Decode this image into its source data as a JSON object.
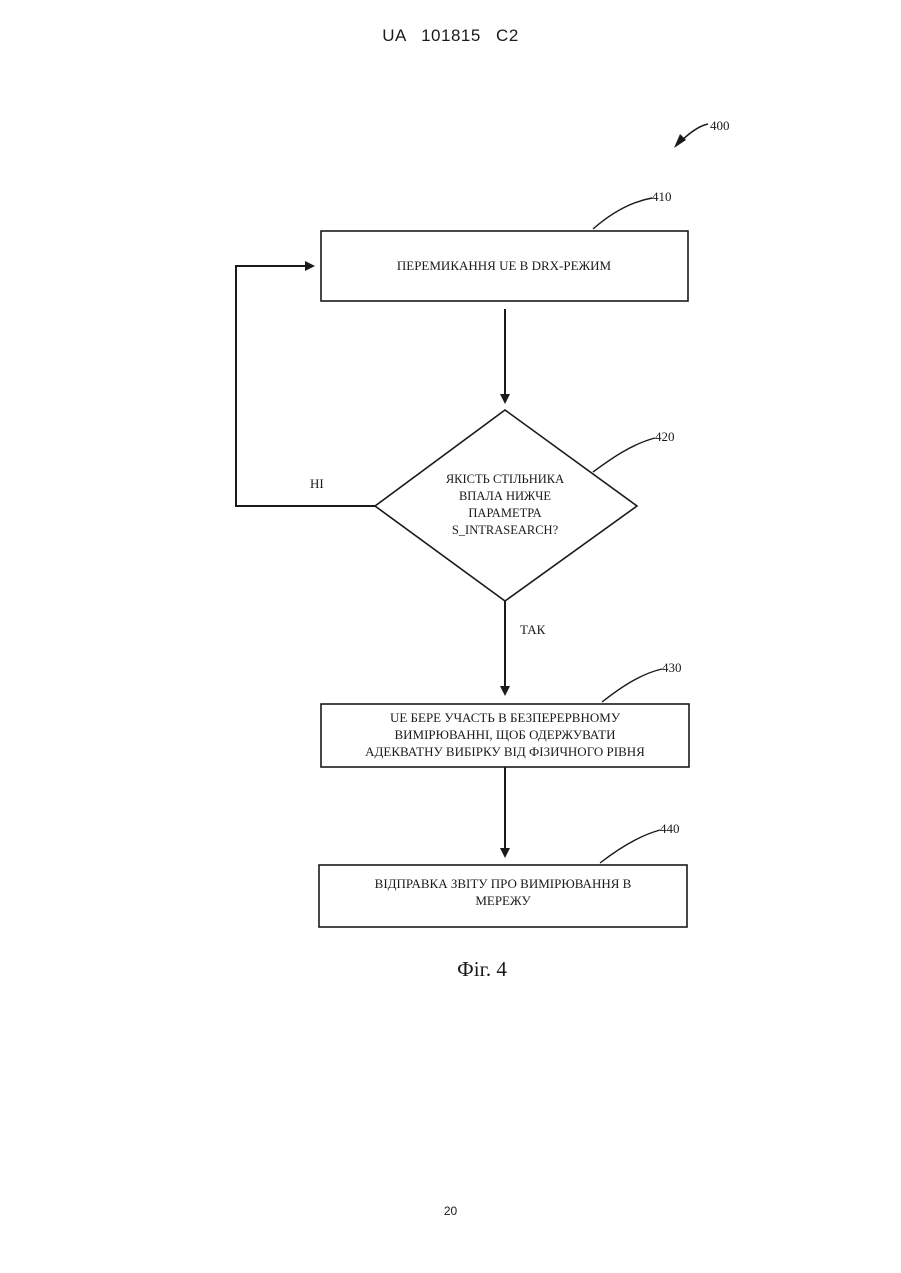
{
  "header": {
    "patent_number": "UA   101815   C2"
  },
  "figure": {
    "ref_main": "400",
    "steps": [
      {
        "ref": "410",
        "text_lines": [
          "ПЕРЕМИКАННЯ UE В DRX-РЕЖИМ"
        ]
      },
      {
        "ref": "420",
        "text_lines": [
          "ЯКІСТЬ СТІЛЬНИКА",
          "ВПАЛА  НИЖЧЕ",
          "ПАРАМЕТРА",
          "S_INTRASEARCH?"
        ]
      },
      {
        "ref": "430",
        "text_lines": [
          "UE БЕРЕ УЧАСТЬ В БЕЗПЕРЕРВНОМУ",
          "ВИМІРЮВАННІ, ЩОБ ОДЕРЖУВАТИ",
          "АДЕКВАТНУ ВИБІРКУ ВІД ФІЗИЧНОГО РІВНЯ"
        ]
      },
      {
        "ref": "440",
        "text_lines": [
          "ВІДПРАВКА ЗВІТУ ПРО ВИМІРЮВАННЯ В",
          "МЕРЕЖУ"
        ]
      }
    ],
    "branch_no": "НІ",
    "branch_yes": "ТАК",
    "caption": "Фіг. 4"
  },
  "footer": {
    "page_number": "20"
  }
}
